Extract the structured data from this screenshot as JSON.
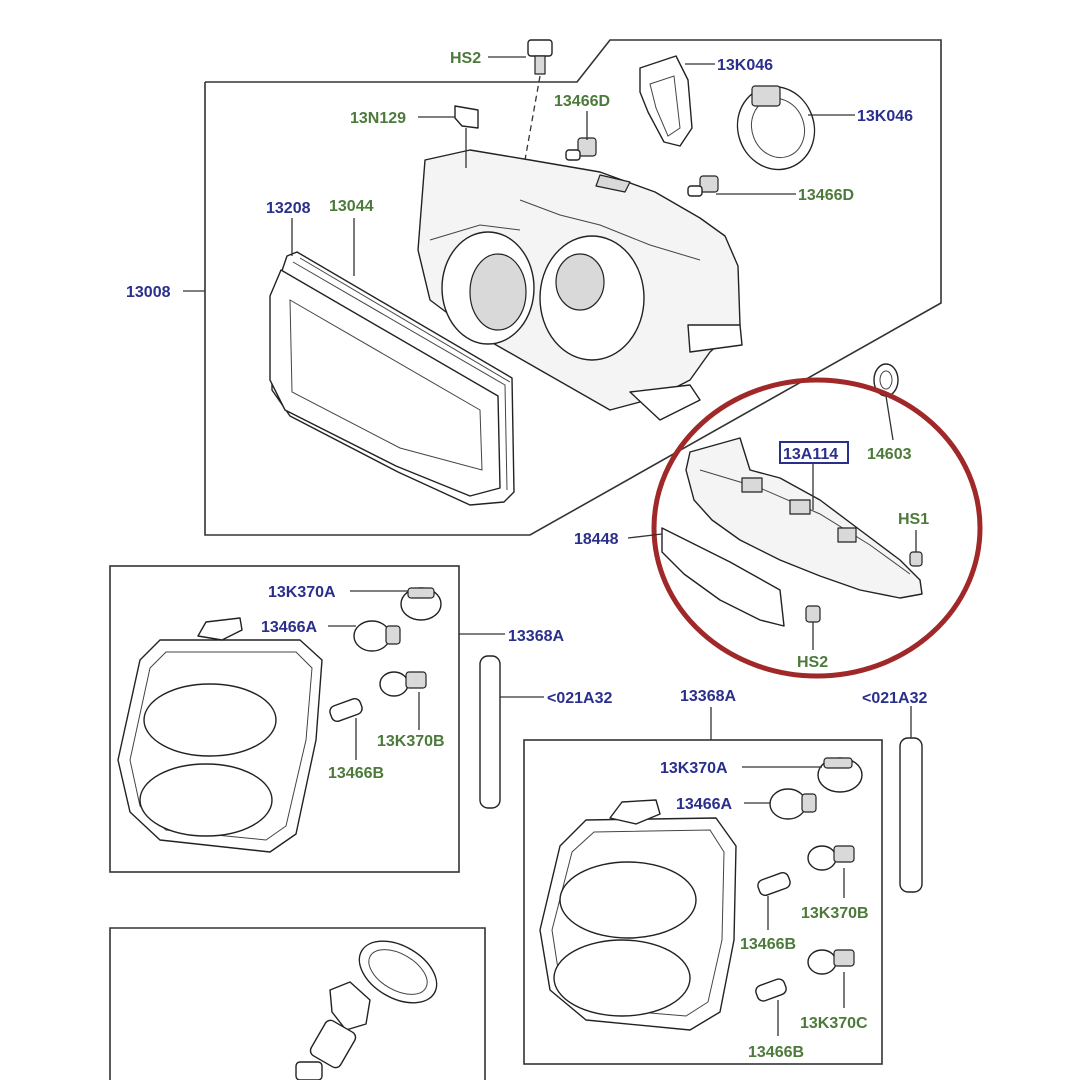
{
  "labels": {
    "hs2_top": "HS2",
    "k046_a": "13K046",
    "k046_b": "13K046",
    "n129": "13N129",
    "d13466_a": "13466D",
    "d13466_b": "13466D",
    "p13208": "13208",
    "p13044": "13044",
    "p13008": "13008",
    "p13a114": "13A114",
    "p14603": "14603",
    "hs1": "HS1",
    "p18448": "18448",
    "hs2_bottom": "HS2",
    "k370a_left": "13K370A",
    "a13466_left": "13466A",
    "p13368a_left": "13368A",
    "k370b_left": "13K370B",
    "b13466_left": "13466B",
    "p021a32_left": "<021A32",
    "p13368a_right": "13368A",
    "p021a32_right": "<021A32",
    "k370a_right": "13K370A",
    "a13466_right": "13466A",
    "k370b_right": "13K370B",
    "b13466_right1": "13466B",
    "k370c_right": "13K370C",
    "b13466_right2": "13466B"
  },
  "colors": {
    "label_blue": "#2b2f8c",
    "label_green": "#4c7a3a",
    "highlight_circle": "#a02828",
    "highlight_box": "#2b2f8c"
  }
}
